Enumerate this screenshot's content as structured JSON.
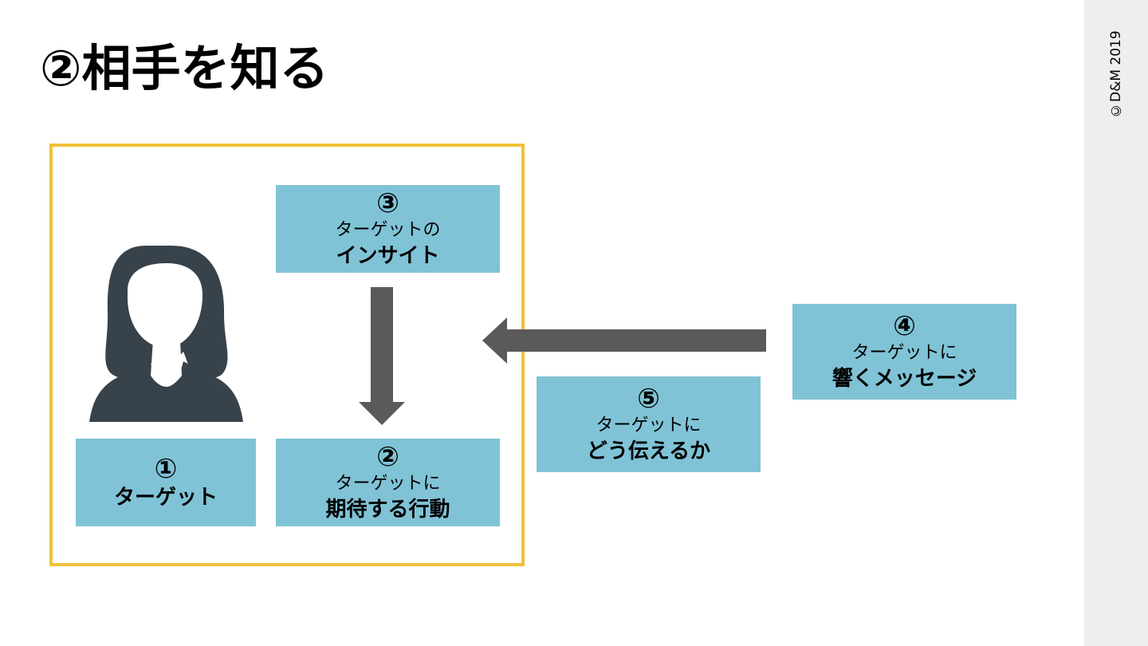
{
  "page": {
    "title": "②相手を知る",
    "copyright": "©D&M 2019"
  },
  "colors": {
    "frame": "#f0c13a",
    "box_fill": "#80c3d6",
    "arrow": "#5a5a5a",
    "silhouette": "#38424b",
    "sidebar": "#eeeeee",
    "text": "#000000"
  },
  "diagram": {
    "target": {
      "number": "①",
      "label": "ターゲット"
    },
    "expected_action": {
      "number": "②",
      "line1": "ターゲットに",
      "label": "期待する行動"
    },
    "insight": {
      "number": "③",
      "line1": "ターゲットの",
      "label": "インサイト"
    },
    "message": {
      "number": "④",
      "line1": "ターゲットに",
      "label": "響くメッセージ"
    },
    "delivery": {
      "number": "⑤",
      "line1": "ターゲットに",
      "label": "どう伝えるか"
    }
  },
  "icons": {
    "person": "female-person-icon",
    "down_arrow": "arrow-down-icon",
    "left_arrow": "arrow-left-icon"
  }
}
